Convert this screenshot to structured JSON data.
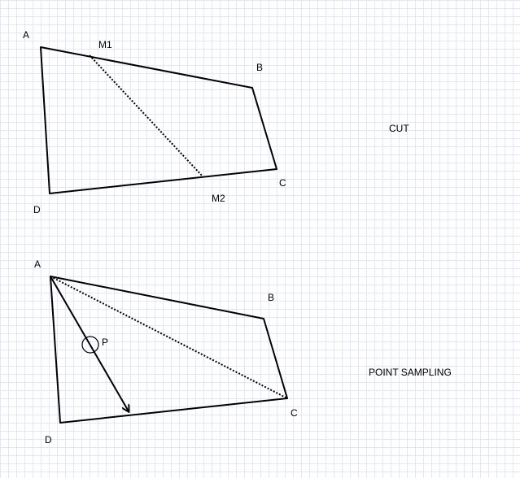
{
  "cut_diagram": {
    "caption": "CUT",
    "vertex_labels": {
      "a": "A",
      "b": "B",
      "c": "C",
      "d": "D"
    },
    "cut_labels": {
      "m1": "M1",
      "m2": "M2"
    }
  },
  "point_sampling_diagram": {
    "caption": "POINT SAMPLING",
    "vertex_labels": {
      "a": "A",
      "b": "B",
      "c": "C",
      "d": "D"
    },
    "point_label": "P"
  },
  "colors": {
    "stroke": "#000000",
    "grid": "#e6e6f2",
    "background": "#ffffff"
  }
}
